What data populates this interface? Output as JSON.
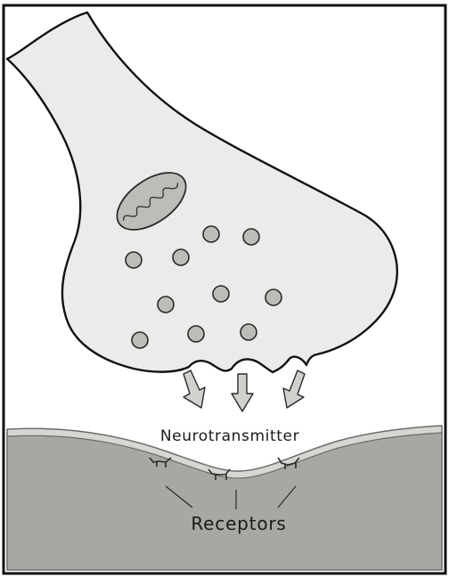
{
  "labels": {
    "neurotransmitter": "Neurotransmitter",
    "receptors": "Receptors"
  },
  "colors": {
    "frame": "#111111",
    "axon_terminal_fill": "#ecebe9",
    "axon_terminal_stroke": "#111111",
    "postsynaptic_fill": "#a9a7a3",
    "postsynaptic_membrane": "#d8d6d2",
    "vesicle_fill": "#bebcb8",
    "mitochondrion_fill": "#bebcb8",
    "arrow_fill": "#d3d1cd",
    "text": "#1a1a1a",
    "background": "#ffffff"
  },
  "components": {
    "vesicle_count": 10,
    "release_arrow_count": 3,
    "receptor_count": 3,
    "mitochondrion_count": 1
  }
}
